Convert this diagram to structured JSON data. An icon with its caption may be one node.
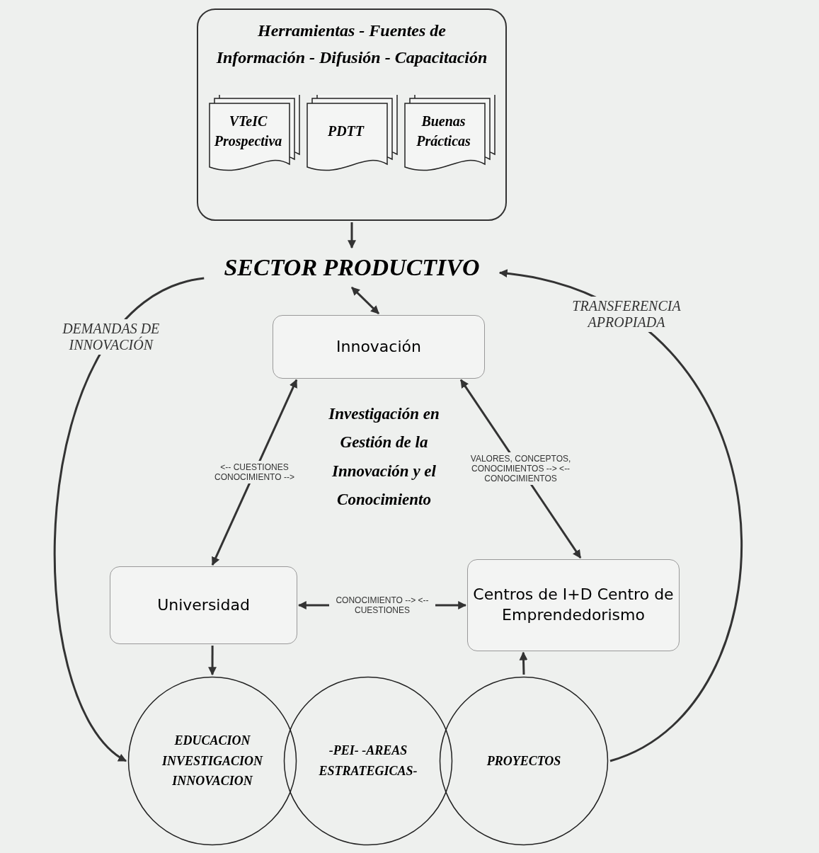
{
  "diagram": {
    "nodes": [
      {
        "text": [
          "Herramientas - Fuentes de Información - Difusión - Capacitación"
        ]
      },
      {
        "text": [
          "VTeIC Prospectiva"
        ],
        "in": 0
      },
      {
        "text": [
          "PDTT"
        ],
        "in": 0
      },
      {
        "text": [
          "Buenas Prácticas"
        ],
        "in": 0
      },
      {
        "text": [
          "SECTOR PRODUCTIVO"
        ]
      },
      {
        "text": [
          "Innovación"
        ]
      },
      {
        "text": [
          "Universidad"
        ]
      },
      {
        "text": [
          "Centros de I+D Centro de Emprendedorismo"
        ]
      },
      {
        "text": [
          "EDUCACION INVESTIGACION INNOVACION"
        ]
      },
      {
        "text": [
          "-PEI- -AREAS ESTRATEGICAS-"
        ]
      },
      {
        "text": [
          "PROYECTOS"
        ]
      }
    ],
    "edges": [
      {
        "from": 0,
        "to": 4,
        "arrow": "to"
      },
      {
        "from": 4,
        "to": 5,
        "arrow": "both"
      },
      {
        "from": 5,
        "to": 6,
        "arrow": "both",
        "label": "<-- CUESTIONES CONOCIMIENTO -->"
      },
      {
        "from": 5,
        "to": 7,
        "arrow": "both",
        "label": "VALORES, CONCEPTOS, CONOCIMIENTOS --> <-- CONOCIMIENTOS"
      },
      {
        "from": 6,
        "to": 7,
        "arrow": "both",
        "label": "CONOCIMIENTO --> <-- CUESTIONES"
      },
      {
        "from": 6,
        "to": 8,
        "arrow": "to"
      },
      {
        "from": 10,
        "to": 7,
        "arrow": "to"
      },
      {
        "from": 4,
        "to": 8,
        "arrow": "to",
        "label": "DEMANDAS DE INNOVACIÓN"
      },
      {
        "from": 10,
        "to": 4,
        "arrow": "to",
        "label": "TRANSFERENCIA APROPIADA"
      }
    ],
    "labels": [
      "Investigación en Gestión de la Innovación y el Conocimiento"
    ]
  }
}
